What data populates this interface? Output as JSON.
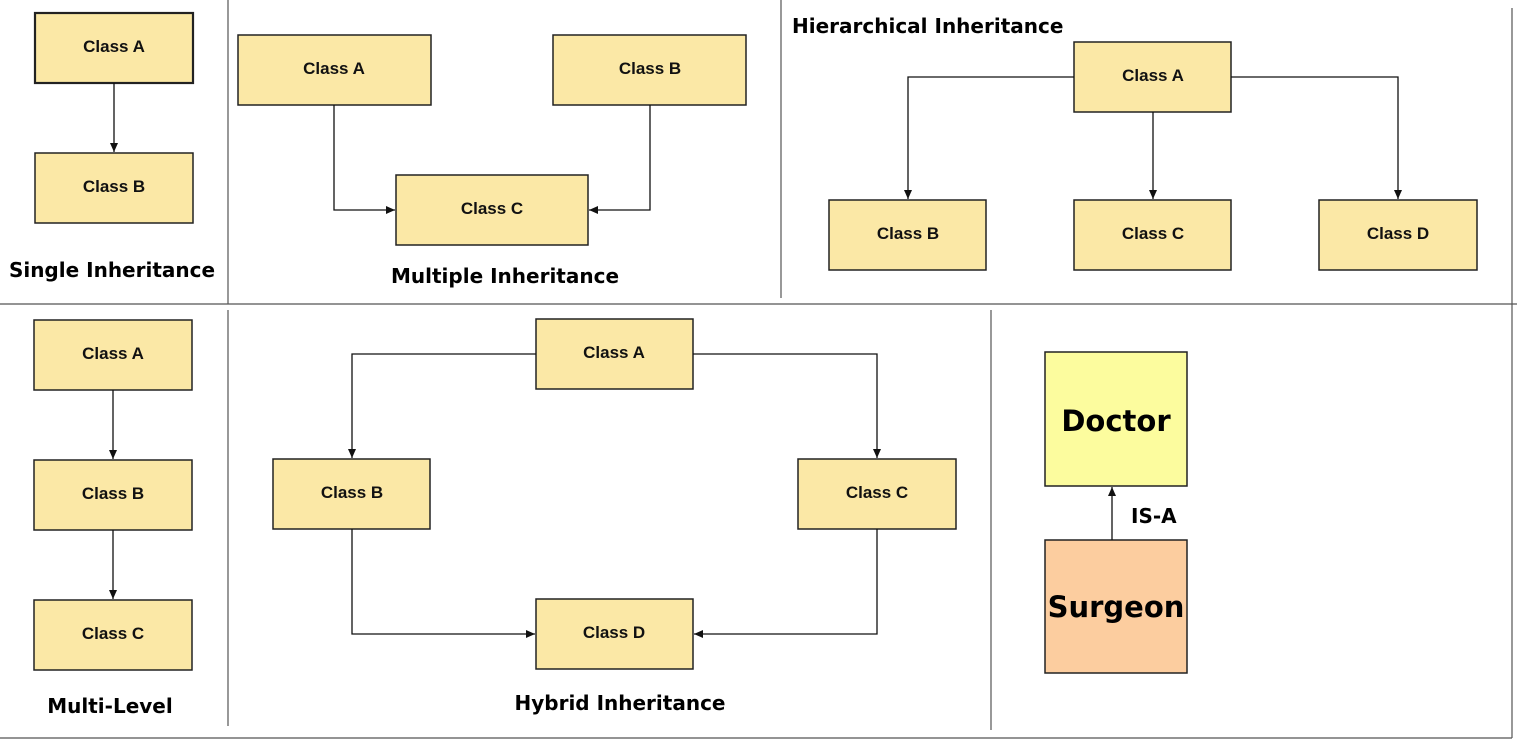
{
  "colors": {
    "class_box_fill": "#fbe8a6",
    "doctor_fill": "#fcfc9e",
    "surgeon_fill": "#fccd9f",
    "box_border": "#222222",
    "edge": "#111111"
  },
  "single": {
    "caption": "Single Inheritance",
    "class_a": "Class A",
    "class_b": "Class B"
  },
  "multiple": {
    "caption": "Multiple Inheritance",
    "class_a": "Class A",
    "class_b": "Class B",
    "class_c": "Class C"
  },
  "hierarchical": {
    "caption": "Hierarchical Inheritance",
    "class_a": "Class A",
    "class_b": "Class B",
    "class_c": "Class C",
    "class_d": "Class D"
  },
  "multilevel": {
    "caption": "Multi-Level",
    "class_a": "Class A",
    "class_b": "Class B",
    "class_c": "Class C"
  },
  "hybrid": {
    "caption": "Hybrid Inheritance",
    "class_a": "Class A",
    "class_b": "Class B",
    "class_c": "Class C",
    "class_d": "Class D"
  },
  "isa": {
    "parent": "Doctor",
    "child": "Surgeon",
    "relation": "IS-A"
  }
}
